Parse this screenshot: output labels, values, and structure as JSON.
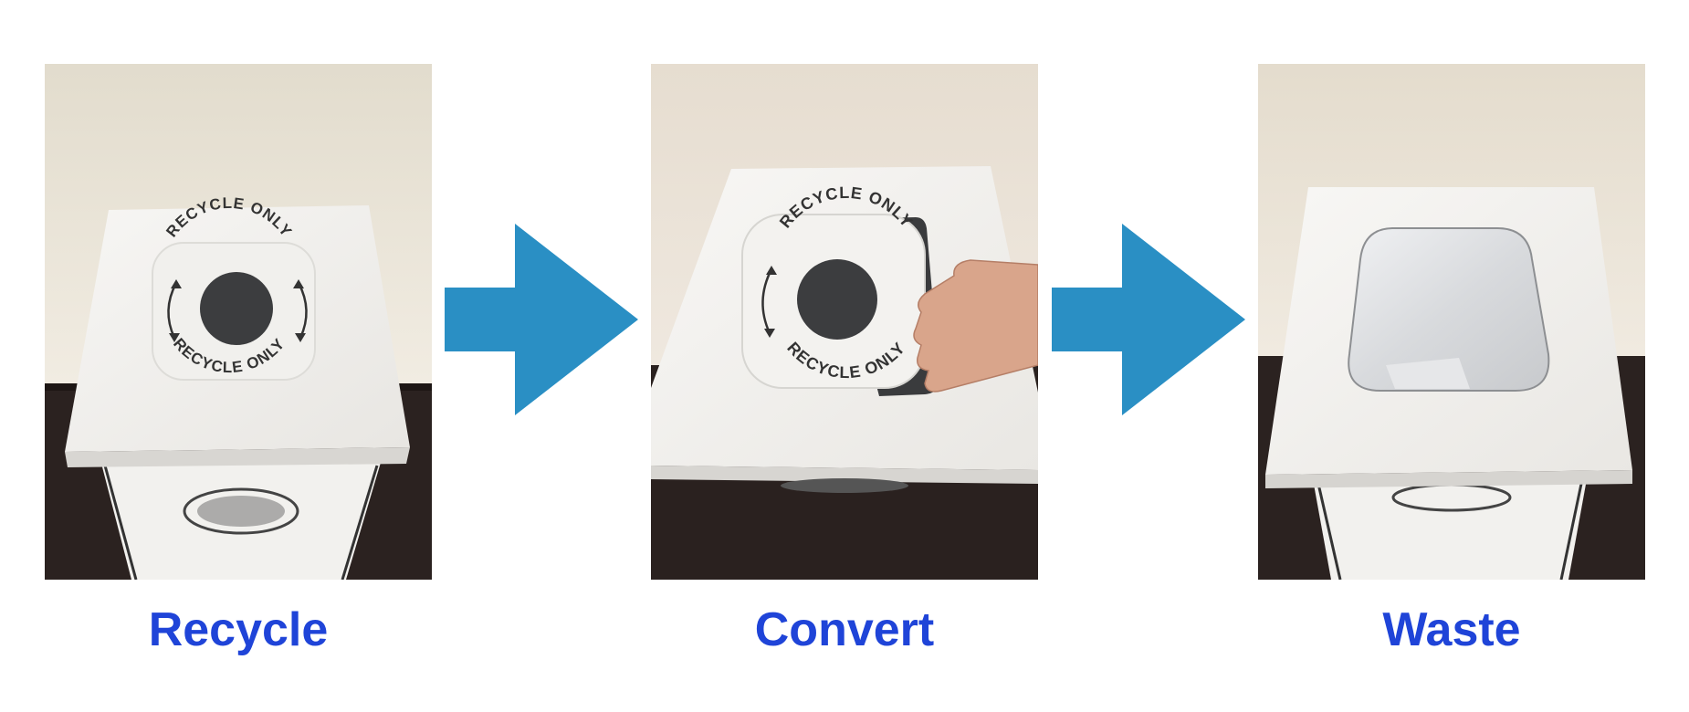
{
  "panels": [
    {
      "caption": "Recycle",
      "lid_text_top": "RECYCLE ONLY",
      "lid_text_bottom": "RECYCLE ONLY"
    },
    {
      "caption": "Convert",
      "lid_text_top": "RECYCLE ONLY",
      "lid_text_bottom": "RECYCLE ONLY"
    },
    {
      "caption": "Waste"
    }
  ],
  "colors": {
    "caption": "#1f44d8",
    "arrow": "#2a8fc4",
    "wall": "#e9e3d6",
    "floor": "#2b2220",
    "lid": "#f4f3f1"
  },
  "icons": {
    "arrow": "right-arrow-icon"
  }
}
